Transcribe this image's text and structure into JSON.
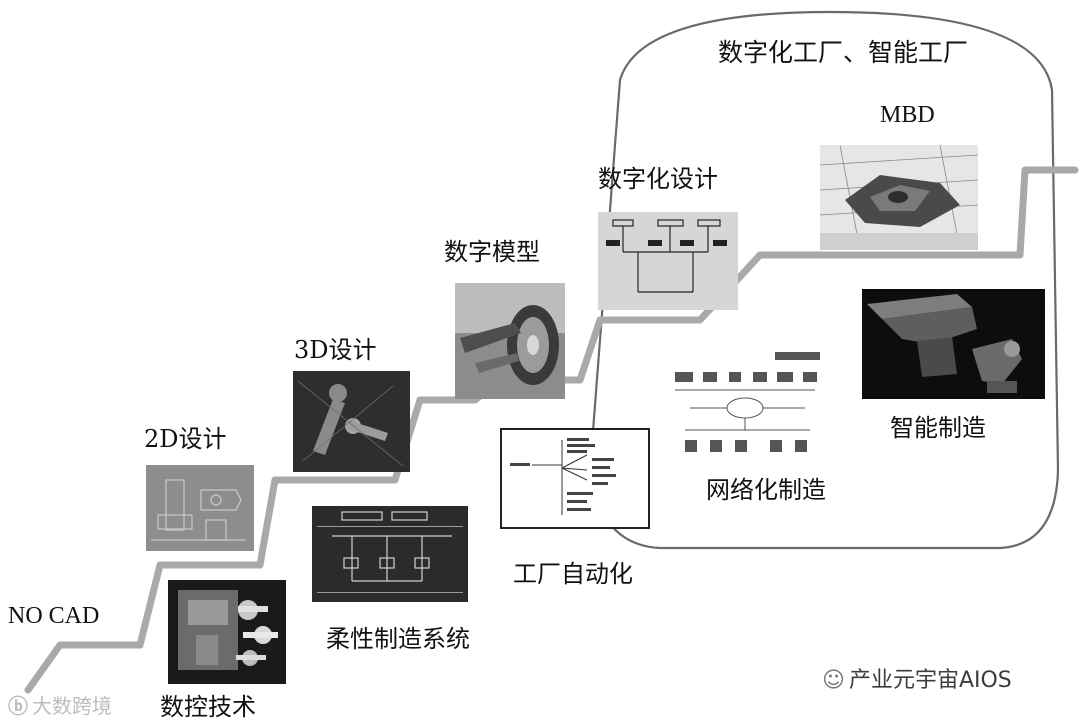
{
  "region": {
    "title": "数字化工厂、智能工厂"
  },
  "stages": [
    {
      "id": "no-cad",
      "label": "NO CAD"
    },
    {
      "id": "nc-tech",
      "label": "数控技术"
    },
    {
      "id": "2d-design",
      "label": "2D设计"
    },
    {
      "id": "fms",
      "label": "柔性制造系统"
    },
    {
      "id": "3d-design",
      "label": "3D设计"
    },
    {
      "id": "digital-model",
      "label": "数字模型"
    },
    {
      "id": "factory-automation",
      "label": "工厂自动化"
    },
    {
      "id": "digital-design",
      "label": "数字化设计"
    },
    {
      "id": "networked-mfg",
      "label": "网络化制造"
    },
    {
      "id": "mbd",
      "label": "MBD"
    },
    {
      "id": "smart-mfg",
      "label": "智能制造"
    }
  ],
  "watermarks": {
    "left": "大数跨境",
    "right": "产业元宇宙AIOS"
  },
  "colors": {
    "staircase": "#a9a9a9",
    "outline": "#666666",
    "text": "#111111"
  }
}
